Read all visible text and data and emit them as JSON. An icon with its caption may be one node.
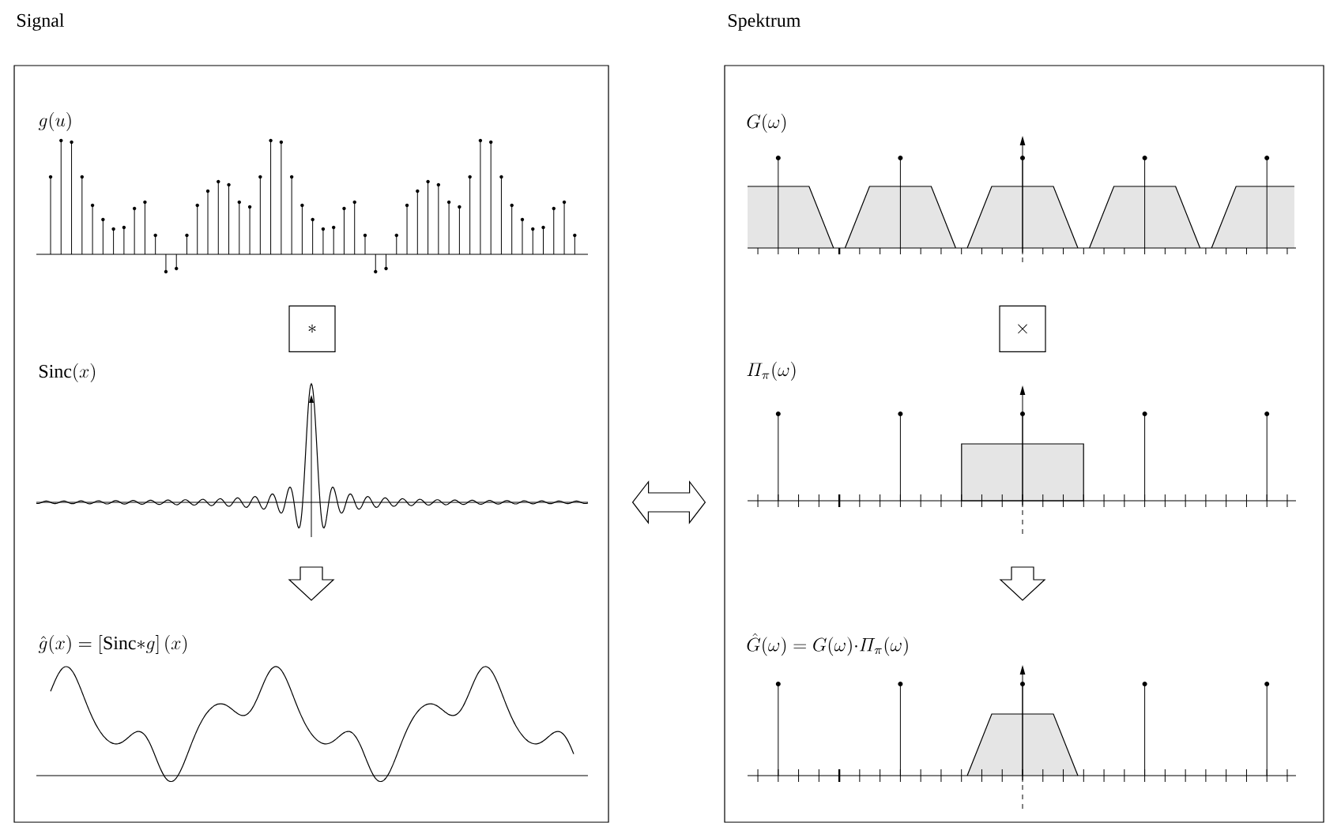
{
  "diagram": {
    "nodes": [
      {
        "text": [
          "Signal"
        ]
      },
      {
        "text": [
          "Spektrum"
        ]
      },
      {
        "text": [
          "\\ast"
        ],
        "in": 0
      },
      {
        "text": [
          "\\times"
        ],
        "in": 1
      }
    ],
    "edges": [
      {
        "from": 0,
        "to": 1,
        "arrow": "both"
      }
    ],
    "labels": [
      "g(u)",
      "\\mathrm{Sinc}(x)",
      "\\hat{g}(x) = \\left[\\mathrm{Sinc}{\\ast}g\\right](x)",
      "G(\\omega)",
      "\\mathnormal{\\Pi}_{\\pi}(\\omega)",
      "\\hat{G}(\\omega) = G(\\omega){\\cdot}\\mathnormal{\\Pi}_{\\pi}(\\omega)"
    ]
  }
}
